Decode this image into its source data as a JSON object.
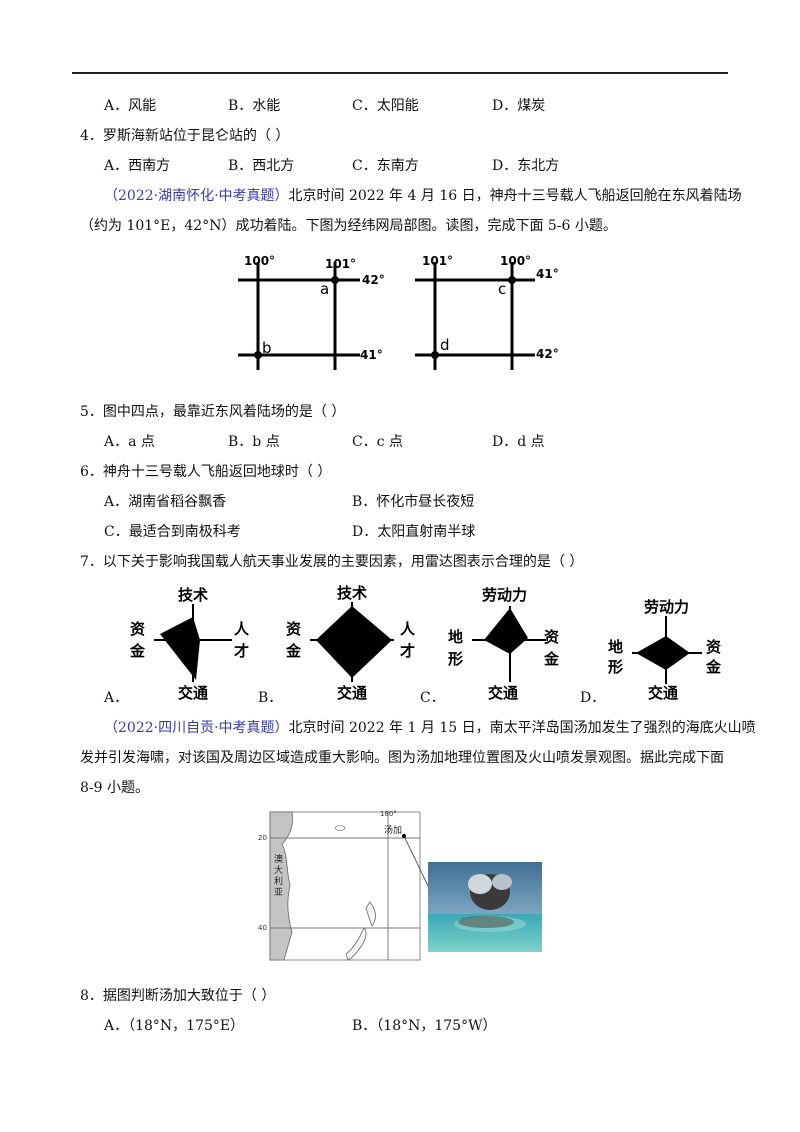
{
  "q3": {
    "options": [
      "A．风能",
      "B．水能",
      "C．太阳能",
      "D．煤炭"
    ]
  },
  "q4": {
    "stem": "4．罗斯海新站位于昆仑站的（    ）",
    "options": [
      "A．西南方",
      "B．西北方",
      "C．东南方",
      "D．东北方"
    ]
  },
  "passage1": {
    "source": "（2022·湖南怀化·中考真题）",
    "line1": "北京时间 2022 年 4 月 16 日，神舟十三号载人飞船返回舱在东风着陆场",
    "line2": "（约为 101°E，42°N）成功着陆。下图为经纬网局部图。读图，完成下面 5-6 小题。"
  },
  "grid_figure": {
    "left": {
      "lon_left": "100°",
      "lon_right": "101°",
      "lat_top": "42°",
      "lat_bottom": "41°",
      "point_a": "a",
      "point_b": "b"
    },
    "right": {
      "lon_left": "101°",
      "lon_right": "100°",
      "lat_top": "41°",
      "lat_bottom": "42°",
      "point_c": "c",
      "point_d": "d"
    }
  },
  "q5": {
    "stem": "5．图中四点，最靠近东风着陆场的是（    ）",
    "options": [
      "A．a 点",
      "B．b 点",
      "C．c 点",
      "D．d 点"
    ]
  },
  "q6": {
    "stem": "6．神舟十三号载人飞船返回地球时（    ）",
    "options": [
      "A．湖南省稻谷飘香",
      "B．怀化市昼长夜短",
      "C．最适合到南极科考",
      "D．太阳直射南半球"
    ]
  },
  "q7": {
    "stem": "7．以下关于影响我国载人航天事业发展的主要因素，用雷达图表示合理的是（    ）",
    "option_letters": [
      "A．",
      "B．",
      "C．",
      "D．"
    ],
    "radars": [
      {
        "top": "技术",
        "left1": "资",
        "left2": "金",
        "right1": "人",
        "right2": "才",
        "bottom": "交通"
      },
      {
        "top": "技术",
        "left1": "资",
        "left2": "金",
        "right1": "人",
        "right2": "才",
        "bottom": "交通"
      },
      {
        "top": "劳动力",
        "left1": "地",
        "left2": "形",
        "right1": "资",
        "right2": "金",
        "bottom": "交通"
      },
      {
        "top": "劳动力",
        "left1": "地",
        "left2": "形",
        "right1": "资",
        "right2": "金",
        "bottom": "交通"
      }
    ]
  },
  "passage2": {
    "source": "（2022·四川自贡·中考真题）",
    "line1": "北京时间 2022 年 1 月 15 日，南太平洋岛国汤加发生了强烈的海底火山喷",
    "line2": "发并引发海啸，对该国及周边区域造成重大影响。图为汤加地理位置图及火山喷发景观图。据此完成下面",
    "line3": "8-9 小题。"
  },
  "map_figure": {
    "lon_label": "180°",
    "tonga_label": "汤加",
    "lat_top": "20",
    "lat_bottom": "40",
    "australia_label": [
      "澳",
      "大",
      "利",
      "亚"
    ]
  },
  "q8": {
    "stem": "8．据图判断汤加大致位于（    ）",
    "options": [
      "A．（18°N，175°E）",
      "B．（18°N，175°W）"
    ]
  }
}
